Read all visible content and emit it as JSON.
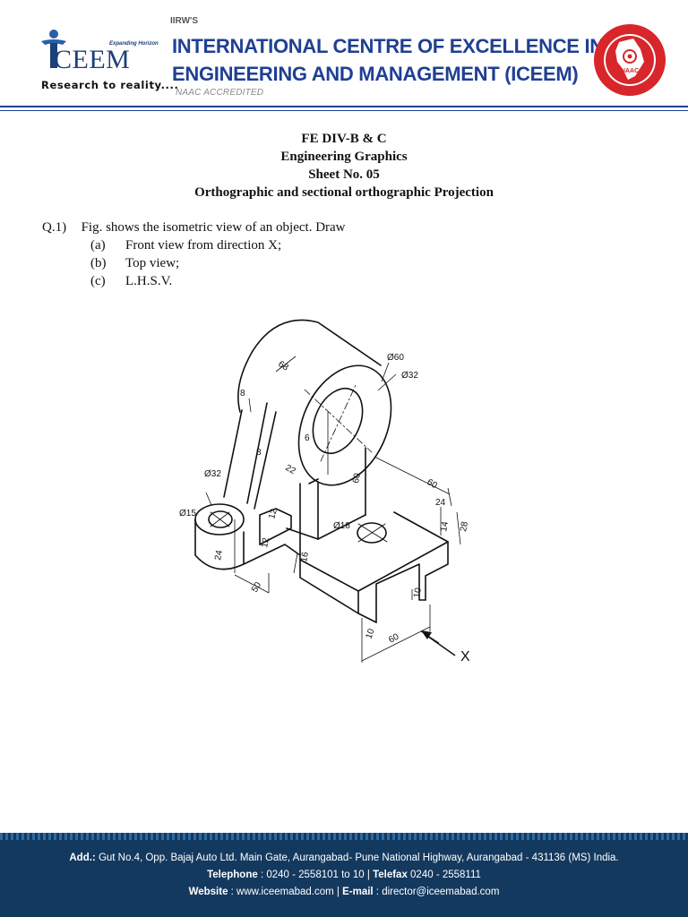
{
  "header": {
    "logo": {
      "tagline": "Expanding Horizon",
      "word": "CEEM",
      "slogan": "Research to reality...."
    },
    "pre_title": "IIRW'S",
    "title_line1": "INTERNATIONAL CENTRE OF EXCELLENCE IN",
    "title_line2": "ENGINEERING AND MANAGEMENT (ICEEM)",
    "accreditation": "NAAC ACCREDITED",
    "seal_label": "NAAC"
  },
  "sheet": {
    "division": "FE DIV-B & C",
    "subject": "Engineering Graphics",
    "sheet_no": "Sheet No. 05",
    "topic": "Orthographic and sectional orthographic Projection"
  },
  "question": {
    "number": "Q.1)",
    "text": "Fig. shows the isometric view of an object. Draw",
    "options": [
      {
        "label": "(a)",
        "text": "Front view from direction X;"
      },
      {
        "label": "(b)",
        "text": "Top view;"
      },
      {
        "label": "(c)",
        "text": "L.H.S.V."
      }
    ]
  },
  "figure": {
    "dimensions": [
      "Ø60",
      "Ø32",
      "68",
      "8",
      "8",
      "22",
      "6",
      "60",
      "60",
      "24",
      "14",
      "28",
      "Ø32",
      "Ø15",
      "12",
      "12",
      "Ø18",
      "24",
      "16",
      "50",
      "10",
      "10",
      "60"
    ],
    "direction_label": "X"
  },
  "footer": {
    "address_label": "Add.:",
    "address": " Gut No.4, Opp. Bajaj Auto Ltd. Main Gate, Aurangabad- Pune National Highway, Aurangabad - 431136 (MS) India.",
    "telephone_label": "Telephone",
    "telephone": " : 0240 - 2558101 to 10 | ",
    "telefax_label": "Telefax",
    "telefax": " 0240 - 2558111",
    "website_label": "Website",
    "website": " : www.iceemabad.com | ",
    "email_label": "E-mail",
    "email": " : director@iceemabad.com"
  },
  "colors": {
    "title_blue": "#1f3f94",
    "footer_bg": "#14395f",
    "seal_red": "#d8262b"
  }
}
